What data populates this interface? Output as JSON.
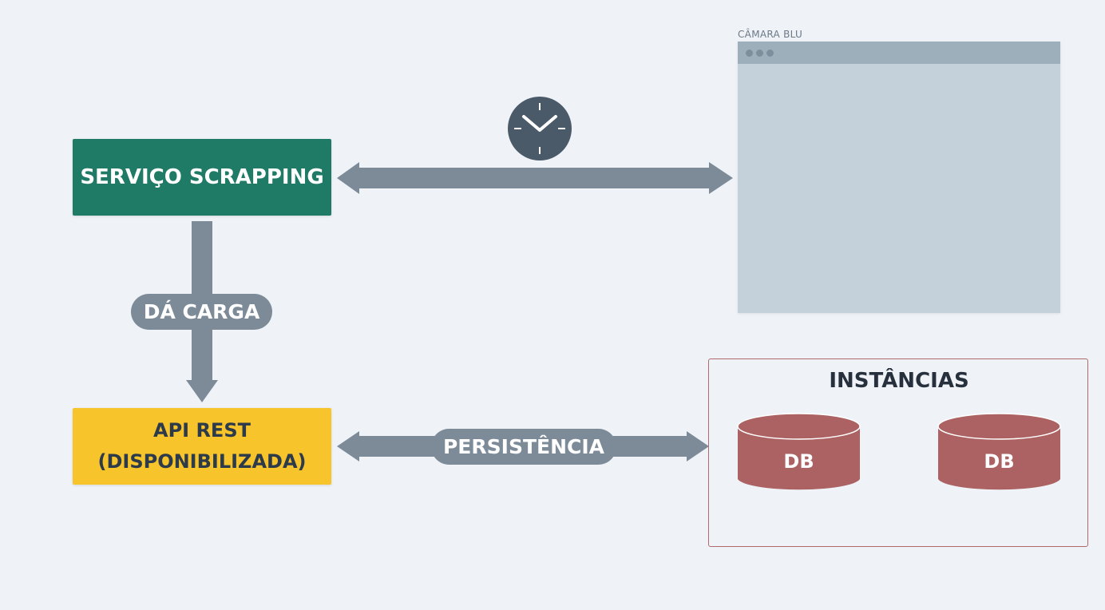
{
  "nodes": {
    "scrapping_service": "SERVIÇO SCRAPPING",
    "api_rest_line1": "API REST",
    "api_rest_line2": "(DISPONIBILIZADA)",
    "browser_caption": "CÂMARA BLU",
    "instances_title": "INSTÂNCIAS",
    "db1": "DB",
    "db2": "DB"
  },
  "edges": {
    "load_label": "DÁ CARGA",
    "persist_label": "PERSISTÊNCIA"
  },
  "icons": {
    "schedule": "clock-icon",
    "database": "database-icon"
  },
  "colors": {
    "background": "#eff3f7",
    "service_box": "#1f7a66",
    "api_box": "#f7c52b",
    "arrow": "#7d8b99",
    "clock": "#4a5a69",
    "browser_bar": "#9eafbc",
    "browser_body": "#c5d1da",
    "database": "#ac6262",
    "instances_border": "#b06a6c"
  }
}
